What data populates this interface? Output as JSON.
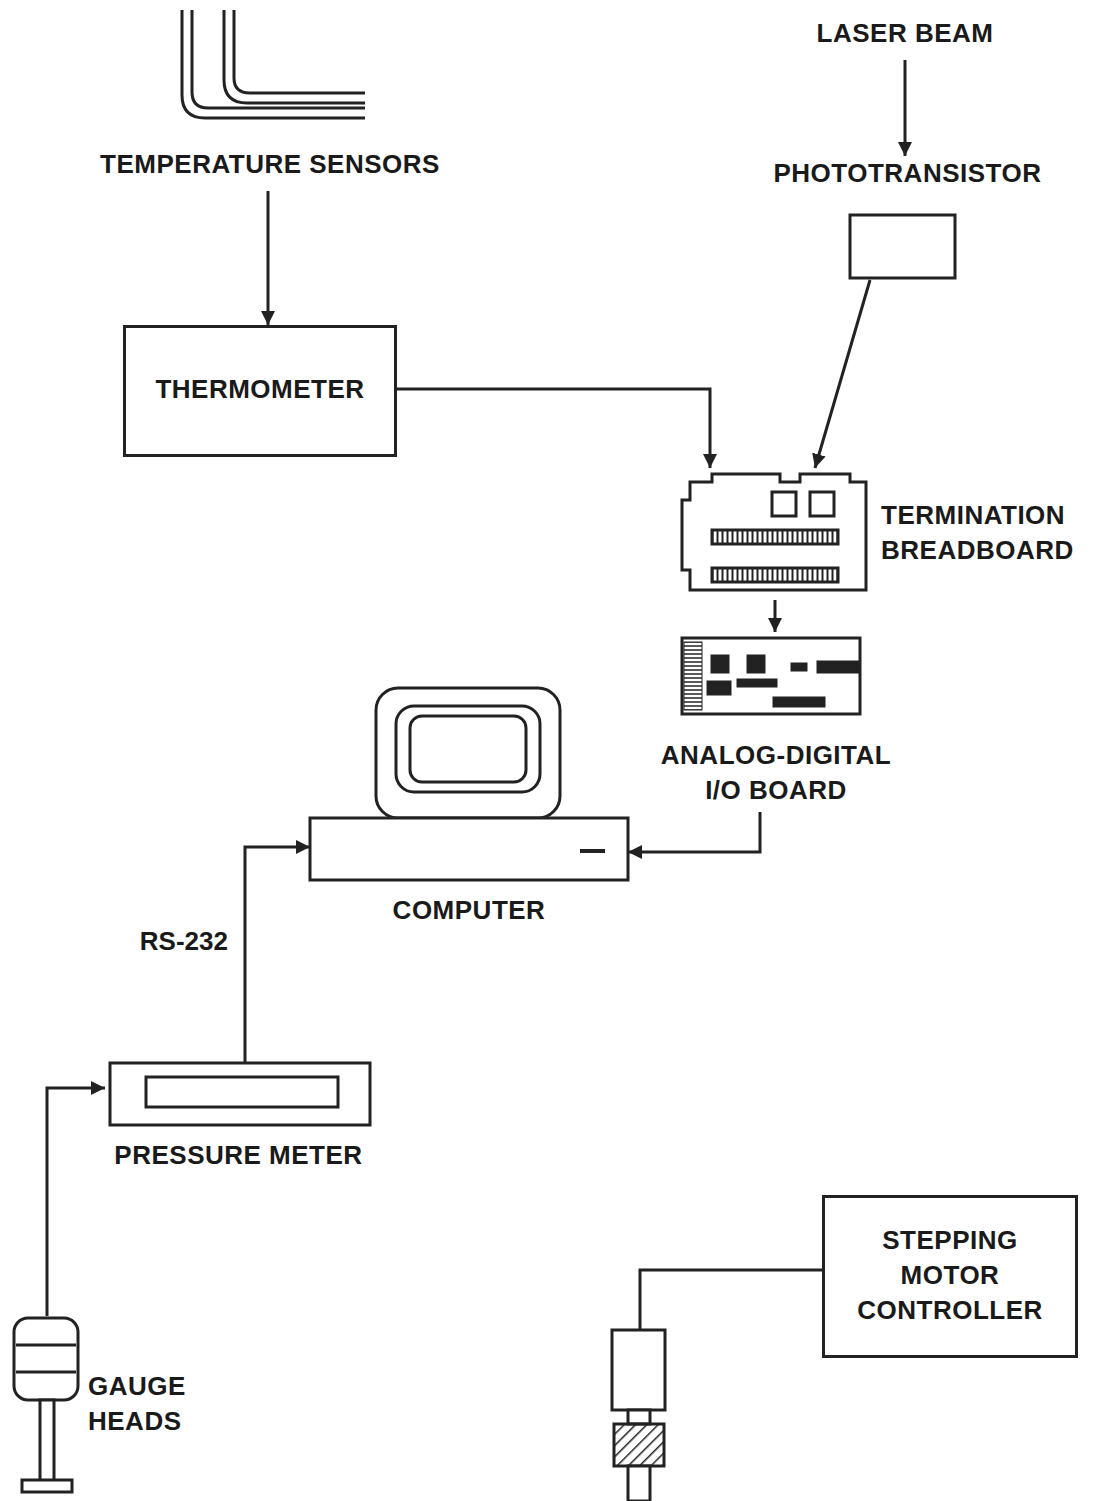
{
  "diagram": {
    "nodes": [
      {
        "text": [
          "TEMPERATURE SENSORS"
        ]
      },
      {
        "text": [
          "LASER BEAM"
        ]
      },
      {
        "text": [
          "PHOTOTRANSISTOR"
        ]
      },
      {
        "text": [
          "THERMOMETER"
        ]
      },
      {
        "text": [
          "TERMINATION BREADBOARD"
        ]
      },
      {
        "text": [
          "ANALOG-DIGITAL I/O BOARD"
        ]
      },
      {
        "text": [
          "COMPUTER"
        ]
      },
      {
        "text": [
          "PRESSURE METER"
        ]
      },
      {
        "text": [
          "GAUGE HEADS"
        ]
      },
      {
        "text": [
          "STEPPING MOTOR CONTROLLER"
        ]
      }
    ],
    "edges": [
      {
        "from": 0,
        "to": 3,
        "arrow": "to"
      },
      {
        "from": 1,
        "to": 2,
        "arrow": "to"
      },
      {
        "from": 3,
        "to": 4,
        "arrow": "to"
      },
      {
        "from": 2,
        "to": 4,
        "arrow": "to"
      },
      {
        "from": 4,
        "to": 5,
        "arrow": "to"
      },
      {
        "from": 5,
        "to": 6,
        "arrow": "to"
      },
      {
        "from": 7,
        "to": 6,
        "label": "RS-232",
        "arrow": "to"
      },
      {
        "from": 8,
        "to": 7,
        "arrow": "to"
      }
    ]
  }
}
